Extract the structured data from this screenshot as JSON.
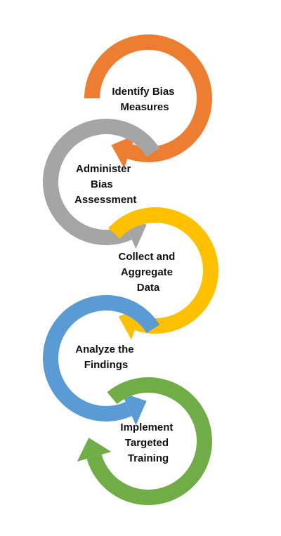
{
  "steps": [
    {
      "lines": [
        "Identify Bias",
        "Measures"
      ],
      "color": "#ED7D31"
    },
    {
      "lines": [
        "Administer",
        "Bias",
        "Assessment"
      ],
      "color": "#A5A5A5"
    },
    {
      "lines": [
        "Collect and",
        "Aggregate",
        "Data"
      ],
      "color": "#FFC000"
    },
    {
      "lines": [
        "Analyze the",
        "Findings"
      ],
      "color": "#5B9BD5"
    },
    {
      "lines": [
        "Implement",
        "Targeted",
        "Training"
      ],
      "color": "#70AD47"
    }
  ]
}
